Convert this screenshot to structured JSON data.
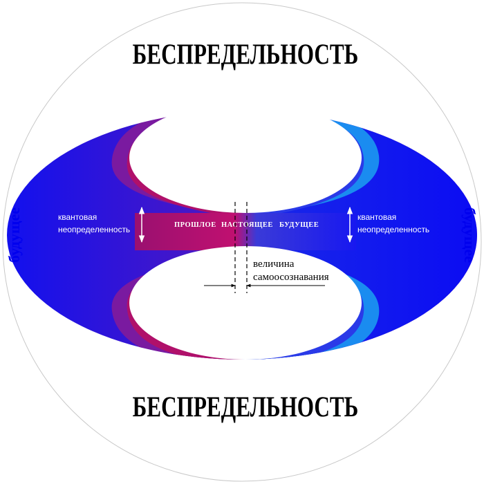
{
  "diagram": {
    "title_top": "БЕСПРЕДЕЛЬНОСТЬ",
    "title_bottom": "БЕСПРЕДЕЛЬНОСТЬ",
    "left_side_label": "будущее",
    "right_side_label": "будущее",
    "left_uncertainty": [
      "квантовая",
      "неопределенность"
    ],
    "right_uncertainty": [
      "квантовая",
      "неопределенность"
    ],
    "band_labels": {
      "past": "ПРОШЛОЕ",
      "present": "НАСТОЯЩЕЕ",
      "future": "БУДУЩЕЕ"
    },
    "measure_label": [
      "величина",
      "самоосознавания"
    ],
    "colors": {
      "left_blue": "#1414e8",
      "purple": "#7a1aa0",
      "magenta": "#b0106a",
      "right_blue": "#1010f0",
      "cyan": "#1a8cf0",
      "future_text": "#0000ee"
    }
  }
}
